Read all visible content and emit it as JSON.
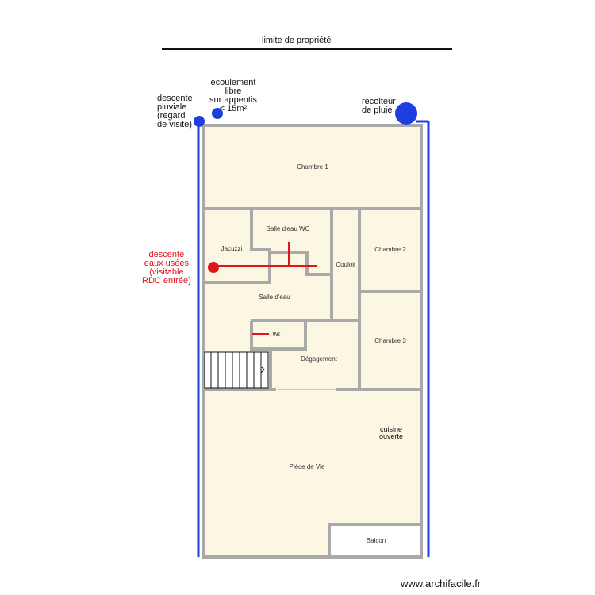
{
  "property_limit": "limite de propriété",
  "annotations": {
    "downspout": "descente\npluviale\n(regard\nde visite)",
    "free_flow": "écoulement\nlibre\nsur appentis\n< 15m²",
    "rain_collector": "récolteur\nde pluie",
    "waste_downpipe": "descente\neaux usées\n(visitable\nRDC entrée)",
    "open_kitchen": "cuisine\nouverte"
  },
  "rooms": {
    "chambre1": "Chambre 1",
    "salle_eau_wc": "Salle d'eau WC",
    "jacuzzi": "Jacuzzi",
    "couloir": "Couloir",
    "chambre2": "Chambre 2",
    "salle_eau": "Salle d'eau",
    "wc": "WC",
    "chambre3": "Chambre 3",
    "degagement": "Dégagement",
    "piece_de_vie": "Pièce de Vie",
    "balcon": "Balcon"
  },
  "watermark": "www.archifacile.fr",
  "colors": {
    "floor": "#fbf7e3",
    "wall": "#a9a9a9",
    "rain_pipe": "#1d3fe0",
    "waste_pipe": "#e1141c",
    "property_line": "#111111"
  }
}
